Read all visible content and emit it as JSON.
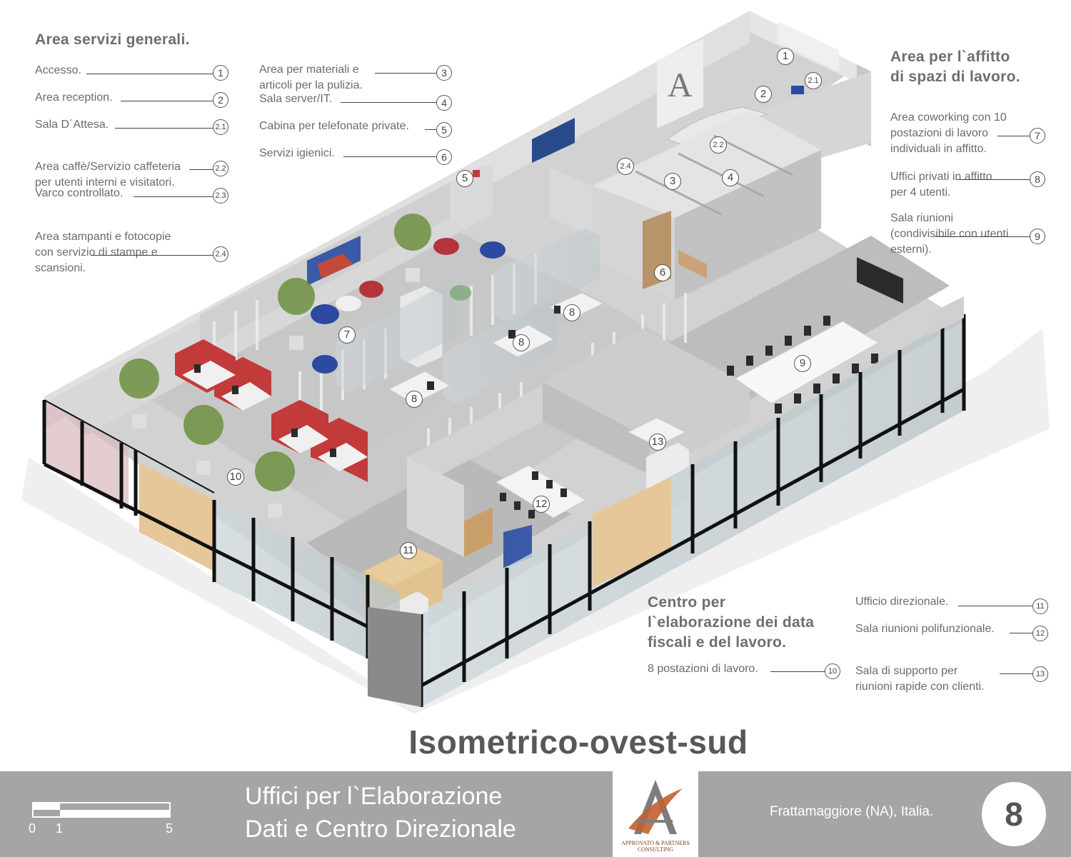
{
  "view_title": "Isometrico-ovest-sud",
  "project_title_line1": "Uffici per l`Elaborazione",
  "project_title_line2": "Dati e Centro Direzionale",
  "location": "Frattamaggiore (NA), Italia.",
  "sheet_number": "8",
  "scale_labels": [
    "0",
    "1",
    "5"
  ],
  "logo": {
    "text": "APPROVATO & PARTNERS CONSULTING"
  },
  "legend_general": {
    "title": "Area servizi generali.",
    "items": [
      {
        "text": "Accesso.",
        "num": "1"
      },
      {
        "text": "Area reception.",
        "num": "2"
      },
      {
        "text": "Sala D´Attesa.",
        "num": "2.1"
      },
      {
        "text": "Area caffè/Servizio caffeteria\nper utenti interni e visitatori.",
        "num": "2.2"
      },
      {
        "text": "Varco controllato.",
        "num": "2.3"
      },
      {
        "text": "Area stampanti e fotocopie\ncon servizio di stampe e\nscansioni.",
        "num": "2.4"
      }
    ]
  },
  "legend_services": {
    "items": [
      {
        "text": "Area per materiali e\narticoli per la pulizia.",
        "num": "3"
      },
      {
        "text": "Sala server/IT.",
        "num": "4"
      },
      {
        "text": "Cabina per telefonate private.",
        "num": "5"
      },
      {
        "text": "Servizi igienici.",
        "num": "6"
      }
    ]
  },
  "legend_rental": {
    "title": "Area per l`affitto\ndi spazi di lavoro.",
    "items": [
      {
        "text": "Area coworking con 10\npostazioni di lavoro\nindividuali in affitto.",
        "num": "7"
      },
      {
        "text": "Uffici privati in affitto\nper 4 utenti.",
        "num": "8"
      },
      {
        "text": "Sala riunioni\n(condivisibile con utenti\nesterni).",
        "num": "9"
      }
    ]
  },
  "legend_center": {
    "title": "Centro per\nl`elaborazione dei data\nfiscali e del lavoro.",
    "items": [
      {
        "text": "8 postazioni di lavoro.",
        "num": "10"
      }
    ]
  },
  "legend_direction": {
    "items": [
      {
        "text": "Ufficio direzionale.",
        "num": "11"
      },
      {
        "text": "Sala riunioni polifunzionale.",
        "num": "12"
      },
      {
        "text": "Sala di supporto per\nriunioni rapide con clienti.",
        "num": "13"
      }
    ]
  },
  "plan_tags": [
    "1",
    "2",
    "2.1",
    "2.2",
    "2.4",
    "3",
    "4",
    "5",
    "6",
    "7",
    "8",
    "8",
    "8",
    "9",
    "10",
    "11",
    "12",
    "13"
  ]
}
